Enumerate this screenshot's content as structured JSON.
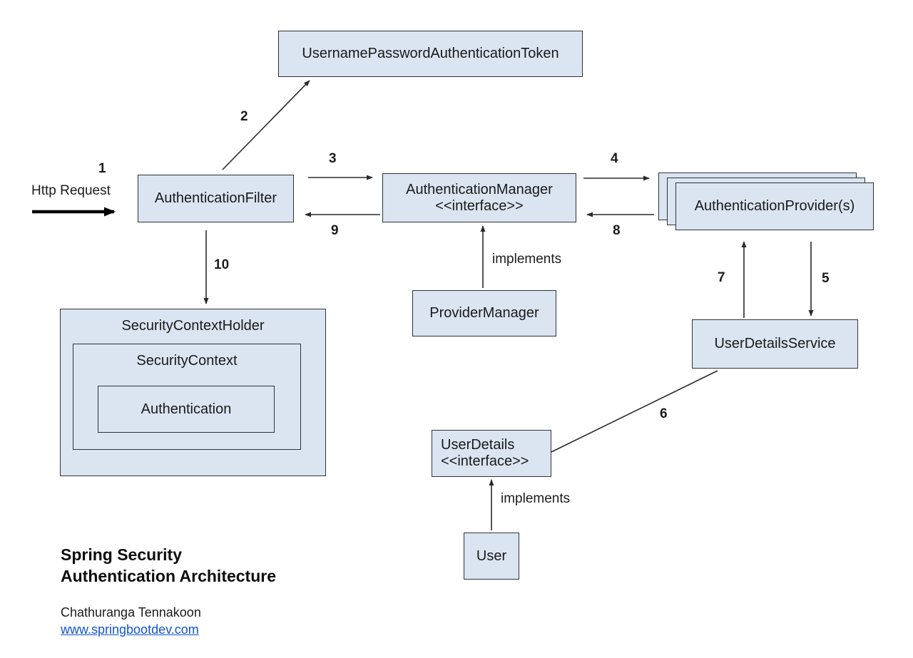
{
  "colors": {
    "box_fill": "#dbe5f1",
    "box_border": "#2d3338",
    "arrow": "#2b2b2b",
    "link": "#1155cc",
    "background": "#ffffff"
  },
  "nodes": {
    "token": {
      "label": "UsernamePasswordAuthenticationToken"
    },
    "filter": {
      "label": "AuthenticationFilter"
    },
    "manager": {
      "label": "AuthenticationManager",
      "stereotype": "<<interface>>"
    },
    "providers": {
      "label": "AuthenticationProvider(s)"
    },
    "provider_manager": {
      "label": "ProviderManager"
    },
    "security_context_holder": {
      "label": "SecurityContextHolder"
    },
    "security_context": {
      "label": "SecurityContext"
    },
    "authentication": {
      "label": "Authentication"
    },
    "user_details_service": {
      "label": "UserDetailsService"
    },
    "user_details": {
      "label": "UserDetails",
      "stereotype": "<<interface>>"
    },
    "user": {
      "label": "User"
    }
  },
  "edges": {
    "http_request": {
      "label": "Http Request",
      "step": "1"
    },
    "create_token": {
      "step": "2"
    },
    "authenticate": {
      "step": "3"
    },
    "delegate_to_provider": {
      "step": "4"
    },
    "load_user": {
      "step": "5"
    },
    "return_user_details": {
      "step": "6"
    },
    "return_to_provider": {
      "step": "7"
    },
    "return_authentication": {
      "step": "8"
    },
    "return_to_filter": {
      "step": "9"
    },
    "store_in_context": {
      "step": "10"
    },
    "manager_implements": {
      "label": "implements"
    },
    "user_implements": {
      "label": "implements"
    }
  },
  "footer": {
    "title_line1": "Spring Security",
    "title_line2": "Authentication Architecture",
    "author": "Chathuranga Tennakoon",
    "website": "www.springbootdev.com"
  }
}
